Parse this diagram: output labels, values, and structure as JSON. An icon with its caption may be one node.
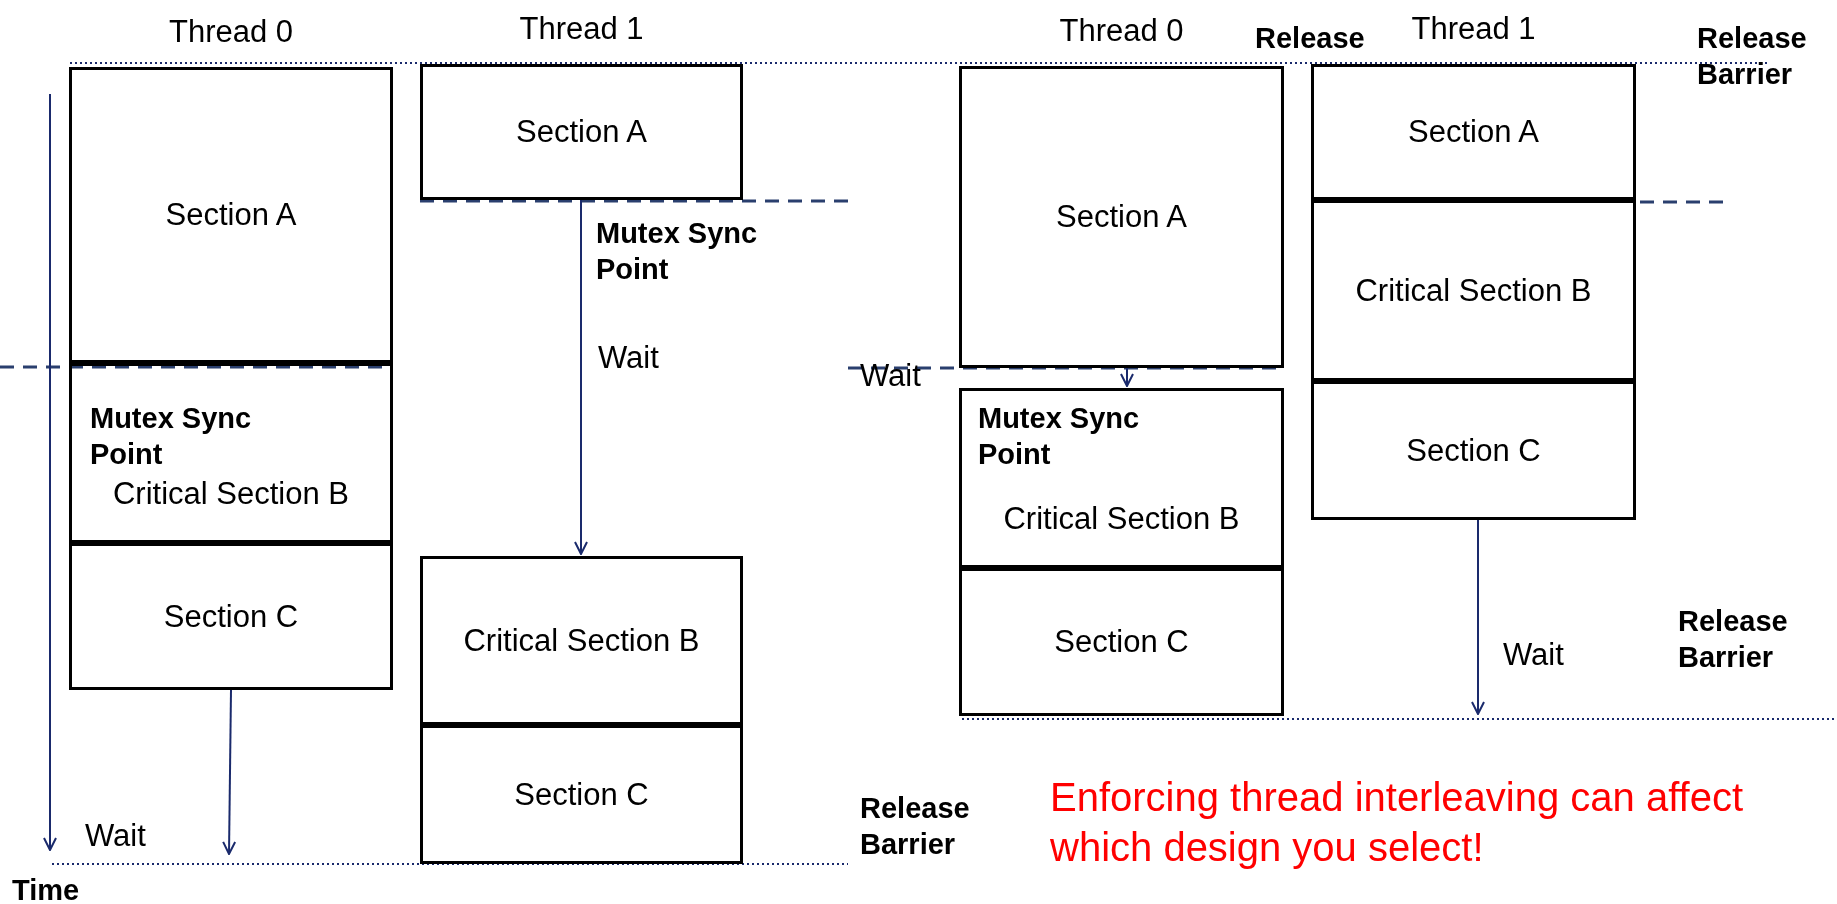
{
  "diagram": {
    "nodes": [
      {
        "text": [
          "Section A"
        ],
        "beside": [
          "Thread 0"
        ]
      },
      {
        "text": [
          "Critical Section B"
        ]
      },
      {
        "text": [
          "Section C"
        ]
      },
      {
        "text": [
          "Section A"
        ],
        "beside": [
          "Thread 1"
        ]
      },
      {
        "text": [
          "Critical Section B"
        ]
      },
      {
        "text": [
          "Section C"
        ]
      },
      {
        "text": [
          "Section A"
        ],
        "beside": [
          "Thread 0"
        ]
      },
      {
        "text": [
          "Critical Section B"
        ]
      },
      {
        "text": [
          "Section C"
        ]
      },
      {
        "text": [
          "Section A"
        ],
        "beside": [
          "Thread 1"
        ]
      },
      {
        "text": [
          "Critical Section B"
        ]
      },
      {
        "text": [
          "Section C"
        ]
      }
    ],
    "edges": [
      {
        "from": 2,
        "to": null,
        "arrow": "to",
        "label": "Wait"
      },
      {
        "from": 3,
        "to": 4,
        "arrow": "to",
        "label": "Wait"
      },
      {
        "from": 6,
        "to": 7,
        "arrow": "to"
      },
      {
        "from": 11,
        "to": null,
        "arrow": "to",
        "label": "Wait"
      }
    ],
    "labels": [
      "Release",
      "Release Barrier",
      "Mutex Sync Point",
      "Wait",
      "Mutex Sync Point",
      "Mutex Sync Point",
      "Release Barrier",
      "Release Barrier",
      "Enforcing thread interleaving can affect which design you select!",
      "Time"
    ]
  }
}
